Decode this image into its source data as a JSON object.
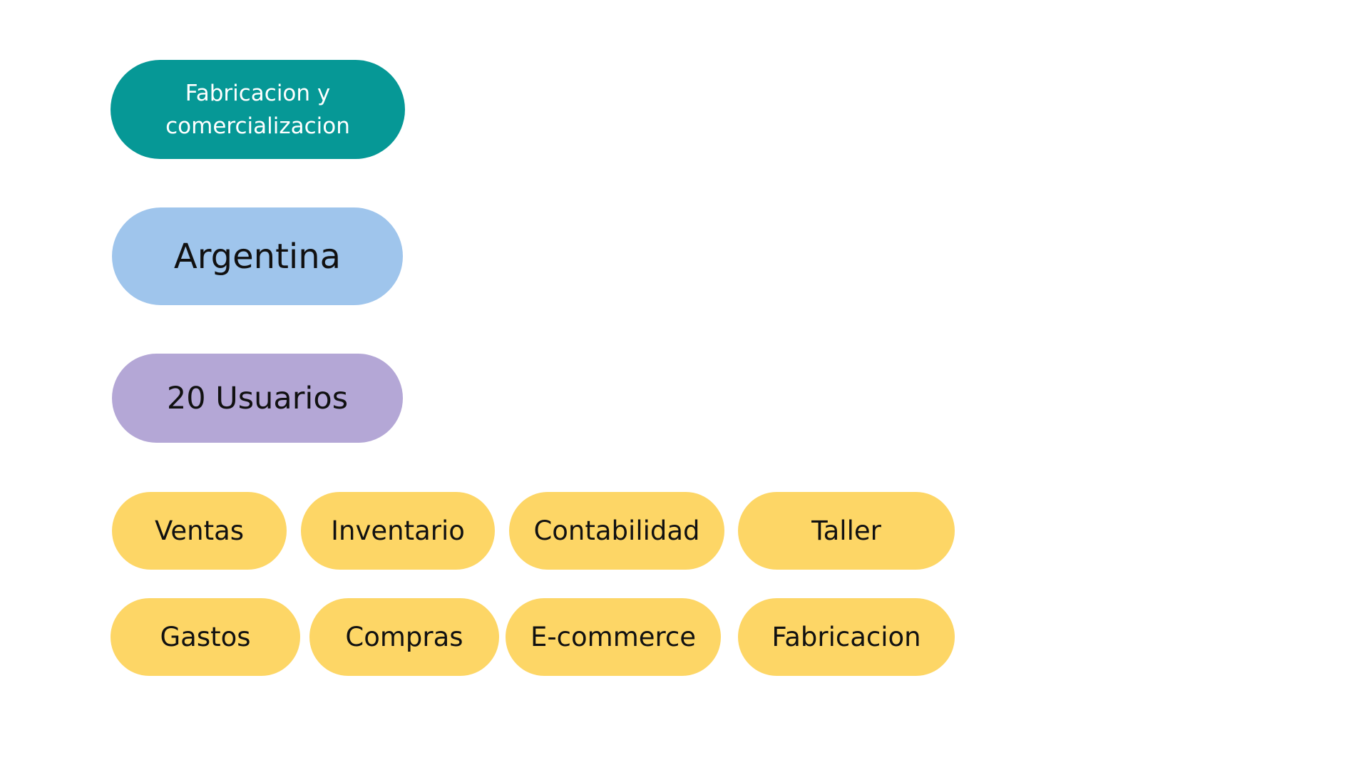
{
  "industry": {
    "line1": "Fabricacion y",
    "line2": "comercializacion",
    "color": "#069896"
  },
  "country": {
    "label": "Argentina",
    "color": "#9fc5ec"
  },
  "users": {
    "label": "20 Usuarios",
    "color": "#b4a7d6"
  },
  "modules": {
    "color": "#fdd666",
    "items": [
      "Ventas",
      "Inventario",
      "Contabilidad",
      "Taller",
      "Gastos",
      "Compras",
      "E-commerce",
      "Fabricacion"
    ]
  }
}
